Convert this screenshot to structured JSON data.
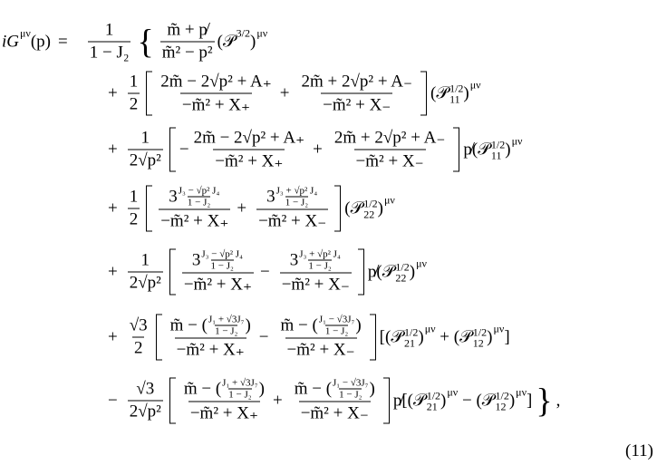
{
  "equation": {
    "lhs": {
      "main": "iG",
      "sup": "μν",
      "arg": "(p)",
      "eq": "="
    },
    "prefactor": {
      "num": "1",
      "den": "1 − J₂"
    },
    "open_brace": "{",
    "row0": {
      "num": "m̃ + p̸",
      "den": "m̃² − p²",
      "pre": "(",
      "P": "𝒫",
      "sup": "3/2",
      "post": ")",
      "pow": "μν"
    },
    "rows": [
      {
        "op": "+",
        "coef": {
          "num": "1",
          "den": "2"
        },
        "t1": {
          "sign": "",
          "num": "2m̃ − 2√p² + A₊",
          "den": "−m̃² + X₊"
        },
        "mid": "+",
        "t2": {
          "num": "2m̃ + 2√p² + A₋",
          "den": "−m̃² + X₋"
        },
        "tail": {
          "pre": "(",
          "P": "𝒫",
          "sup": "1/2",
          "sub": "11",
          "post": ")",
          "pow": "μν"
        }
      },
      {
        "op": "+",
        "coef": {
          "num": "1",
          "den": "2√p²"
        },
        "t1": {
          "sign": "−",
          "num": "2m̃ − 2√p² + A₊",
          "den": "−m̃² + X₊"
        },
        "mid": "+",
        "t2": {
          "num": "2m̃ + 2√p² + A₋",
          "den": "−m̃² + X₋"
        },
        "tail": {
          "pre": "p̸(",
          "P": "𝒫",
          "sup": "1/2",
          "sub": "11",
          "post": ")",
          "pow": "μν"
        }
      },
      {
        "op": "+",
        "coef": {
          "num": "1",
          "den": "2"
        },
        "t1": {
          "prefix": "3",
          "snum": "J₃ − √p² J₄",
          "sden": "1 − J₂",
          "den": "−m̃² + X₊"
        },
        "mid": "+",
        "t2": {
          "prefix": "3",
          "snum": "J₃ + √p² J₄",
          "sden": "1 − J₂",
          "den": "−m̃² + X₋"
        },
        "tail": {
          "pre": "(",
          "P": "𝒫",
          "sup": "1/2",
          "sub": "22",
          "post": ")",
          "pow": "μν"
        }
      },
      {
        "op": "+",
        "coef": {
          "num": "1",
          "den": "2√p²"
        },
        "t1": {
          "prefix": "3",
          "snum": "J₃ − √p² J₄",
          "sden": "1 − J₂",
          "den": "−m̃² + X₊"
        },
        "mid": "−",
        "t2": {
          "prefix": "3",
          "snum": "J₃ + √p² J₄",
          "sden": "1 − J₂",
          "den": "−m̃² + X₋"
        },
        "tail": {
          "pre": "p̸(",
          "P": "𝒫",
          "sup": "1/2",
          "sub": "22",
          "post": ")",
          "pow": "μν"
        }
      },
      {
        "op": "+",
        "coef": {
          "num": "√3",
          "den": "2"
        },
        "t1": {
          "prefix": "m̃ − (",
          "snum": "J₁ + √3J₇",
          "sden": "1 − J₂",
          "suffix": ")",
          "den": "−m̃² + X₊"
        },
        "mid": "−",
        "t2": {
          "prefix": "m̃ − (",
          "snum": "J₁ − √3J₇",
          "sden": "1 − J₂",
          "suffix": ")",
          "den": "−m̃² + X₋"
        },
        "tail": {
          "pre": "[(",
          "P": "𝒫",
          "sup": "1/2",
          "sub": "21",
          "post": ")",
          "pow": "μν",
          "join": " + (",
          "sub2": "12",
          "post2": ")",
          "pow2": "μν",
          "end": "]"
        }
      },
      {
        "op": "−",
        "coef": {
          "num": "√3",
          "den": "2√p²"
        },
        "t1": {
          "prefix": "m̃ − (",
          "snum": "J₁ + √3J₇",
          "sden": "1 − J₂",
          "suffix": ")",
          "den": "−m̃² + X₊"
        },
        "mid": "+",
        "t2": {
          "prefix": "m̃ − (",
          "snum": "J₁ − √3J₇",
          "sden": "1 − J₂",
          "suffix": ")",
          "den": "−m̃² + X₋"
        },
        "tail": {
          "pre": "p̸[(",
          "P": "𝒫",
          "sup": "1/2",
          "sub": "21",
          "post": ")",
          "pow": "μν",
          "join": " − (",
          "sub2": "12",
          "post2": ")",
          "pow2": "μν",
          "end": "]"
        }
      }
    ],
    "close_brace": "}",
    "comma": ",",
    "number": "(11)"
  }
}
